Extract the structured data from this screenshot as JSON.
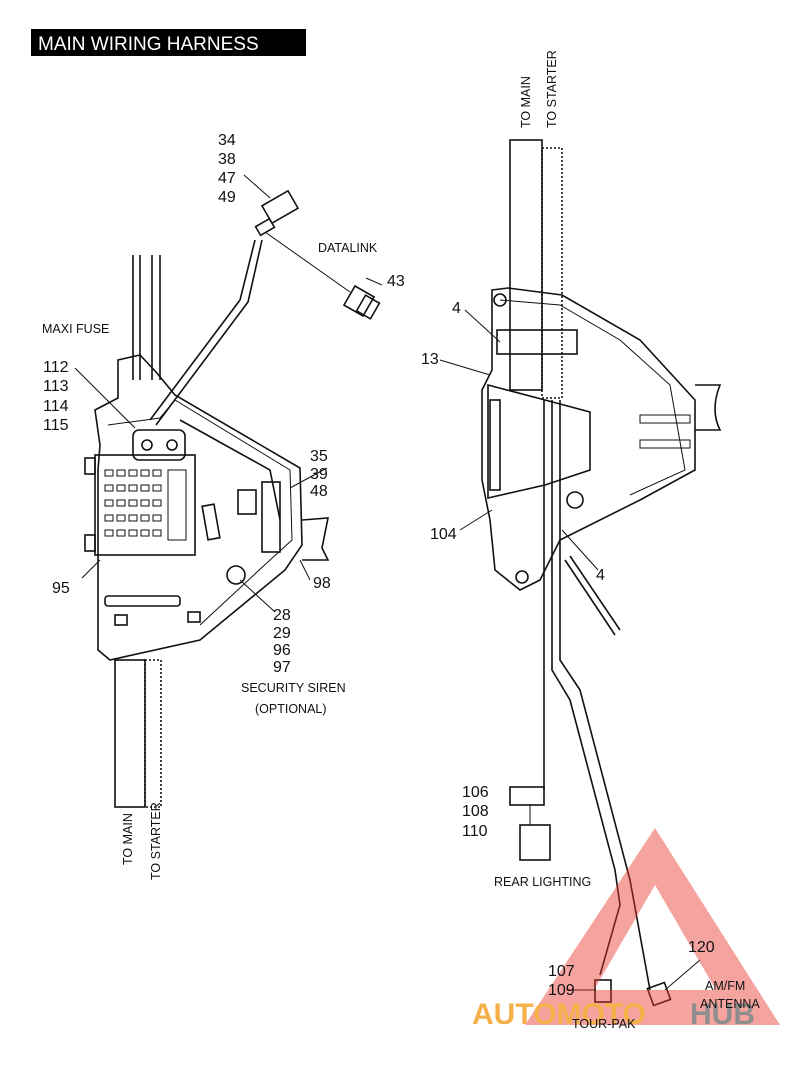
{
  "title": "MAIN WIRING HARNESS",
  "callouts": {
    "c34": "34",
    "c38": "38",
    "c47": "47",
    "c49": "49",
    "c43": "43",
    "c112": "112",
    "c113": "113",
    "c114": "114",
    "c115": "115",
    "c35": "35",
    "c39": "39",
    "c48": "48",
    "c95": "95",
    "c98": "98",
    "c28": "28",
    "c29": "29",
    "c96": "96",
    "c97": "97",
    "c4a": "4",
    "c13": "13",
    "c104": "104",
    "c4b": "4",
    "c106": "106",
    "c108": "108",
    "c110": "110",
    "c107": "107",
    "c109": "109",
    "c120": "120"
  },
  "labels": {
    "datalink": "DATALINK",
    "maxi_fuse": "MAXI FUSE",
    "security_siren": "SECURITY SIREN",
    "optional": "(OPTIONAL)",
    "to_main_left": "TO MAIN",
    "to_starter_left": "TO STARTER",
    "to_main_right": "TO MAIN",
    "to_starter_right": "TO STARTER",
    "rear_lighting": "REAR LIGHTING",
    "am_fm": "AM/FM",
    "antenna": "ANTENNA",
    "tour_pak": "TOUR-PAK"
  },
  "watermark": {
    "auto": "AUTOMOTO",
    "hub": "HUB",
    "colors": {
      "triangle": "#e8322a",
      "auto": "#f5b04a",
      "hub": "#8e8e8e"
    }
  }
}
